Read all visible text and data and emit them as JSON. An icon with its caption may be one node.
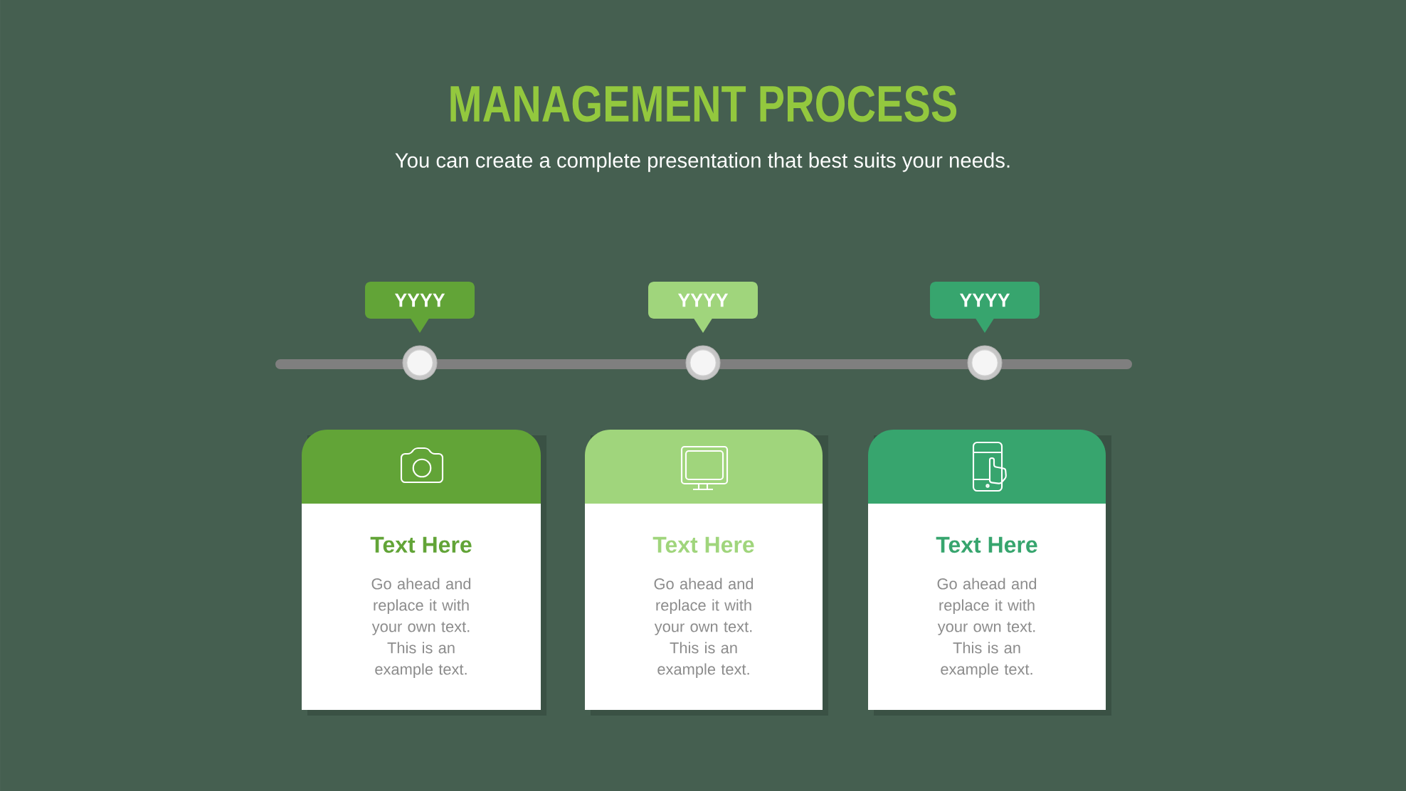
{
  "diagram": {
    "title": "MANAGEMENT PROCESS",
    "nodes": [
      {
        "text": [
          "YYYY"
        ]
      },
      {
        "text": [
          "YYYY"
        ]
      },
      {
        "text": [
          "YYYY"
        ]
      },
      {
        "text": [
          "Text Here",
          "Go ahead and replace it with your own text.",
          "This is an example text."
        ]
      },
      {
        "text": [
          "Text Here",
          "Go ahead and replace it with your own text.",
          "This is an example text."
        ]
      },
      {
        "text": [
          "Text Here",
          "Go ahead and replace it with your own text.",
          "This is an example text."
        ]
      }
    ],
    "labels": [
      "You can create a complete presentation that best suits your needs."
    ]
  }
}
